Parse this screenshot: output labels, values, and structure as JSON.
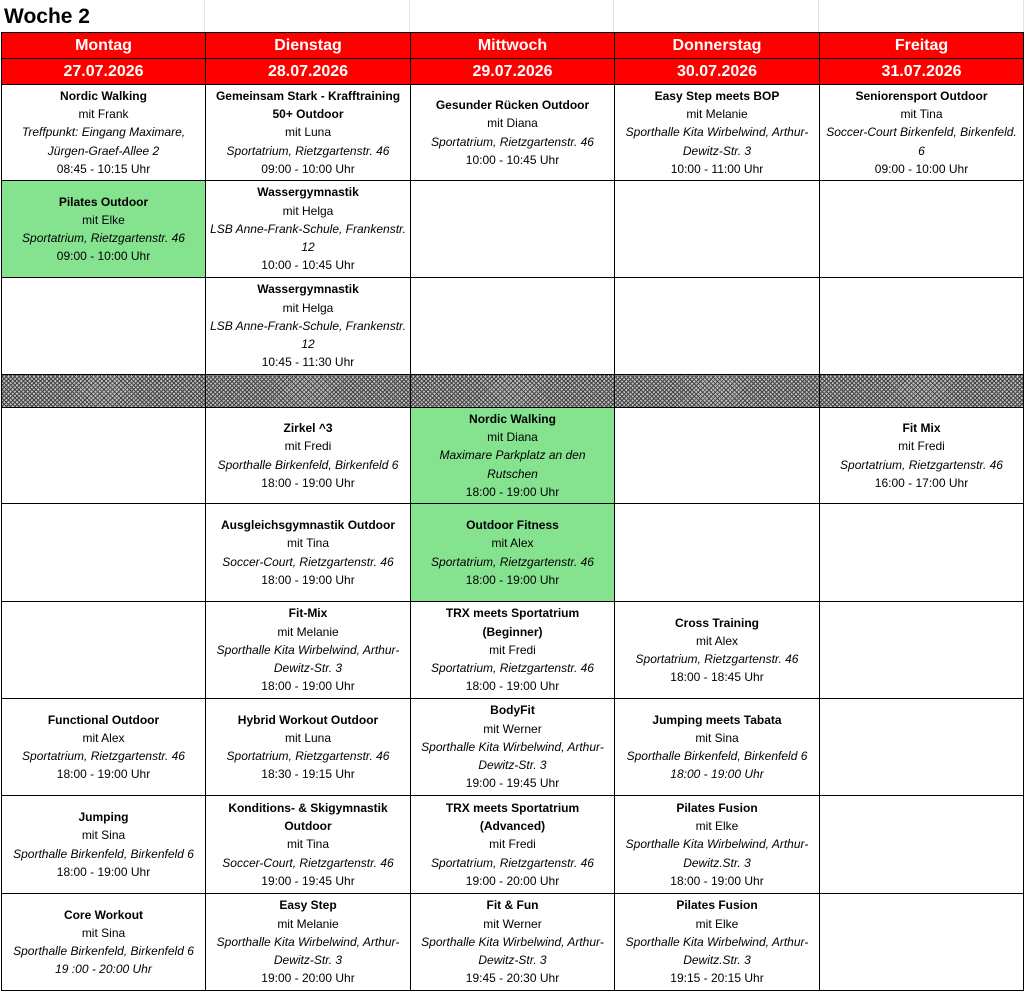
{
  "week_title": "Woche 2",
  "days": [
    "Montag",
    "Dienstag",
    "Mittwoch",
    "Donnerstag",
    "Freitag"
  ],
  "dates": [
    "27.07.2026",
    "28.07.2026",
    "29.07.2026",
    "30.07.2026",
    "31.07.2026"
  ],
  "colors": {
    "header_red": "#ff0000",
    "highlight_green": "#85e28e"
  },
  "rows": [
    [
      {
        "title": "Nordic Walking",
        "trainer": "mit Frank",
        "location": "Treffpunkt: Eingang Maximare, Jürgen-Graef-Allee 2",
        "time": "08:45 - 10:15 Uhr"
      },
      {
        "title": "Gemeinsam Stark - Krafftraining 50+ Outdoor",
        "trainer": "mit Luna",
        "location": "Sportatrium, Rietzgartenstr. 46",
        "time": "09:00 - 10:00 Uhr"
      },
      {
        "title": "Gesunder Rücken Outdoor",
        "trainer": "mit Diana",
        "location": "Sportatrium, Rietzgartenstr. 46",
        "time": "10:00 - 10:45 Uhr"
      },
      {
        "title": "Easy Step meets BOP",
        "trainer": "mit Melanie",
        "location": "Sporthalle Kita Wirbelwind, Arthur-Dewitz-Str. 3",
        "time": "10:00 - 11:00 Uhr"
      },
      {
        "title": "Seniorensport Outdoor",
        "trainer": "mit Tina",
        "location": "Soccer-Court Birkenfeld, Birkenfeld. 6",
        "time": "09:00 - 10:00 Uhr"
      }
    ],
    [
      {
        "title": "Pilates Outdoor",
        "trainer": "mit Elke",
        "location": "Sportatrium, Rietzgartenstr. 46",
        "time": "09:00 - 10:00 Uhr",
        "green": true
      },
      {
        "title": "Wassergymnastik",
        "trainer": "mit Helga",
        "location": "LSB Anne-Frank-Schule, Frankenstr. 12",
        "time": "10:00 - 10:45 Uhr"
      },
      null,
      null,
      null
    ],
    [
      null,
      {
        "title": "Wassergymnastik",
        "trainer": "mit Helga",
        "location": "LSB Anne-Frank-Schule, Frankenstr. 12",
        "time": "10:45 - 11:30 Uhr"
      },
      null,
      null,
      null
    ],
    "separator",
    [
      null,
      {
        "title": "Zirkel ^3",
        "trainer": "mit Fredi",
        "location": "Sporthalle Birkenfeld, Birkenfeld 6",
        "time": "18:00 - 19:00 Uhr"
      },
      {
        "title": "Nordic Walking",
        "trainer": "mit Diana",
        "location": "Maximare Parkplatz an den Rutschen",
        "time": "18:00 - 19:00 Uhr",
        "green": true
      },
      null,
      {
        "title": "Fit Mix",
        "trainer": "mit Fredi",
        "location": "Sportatrium, Rietzgartenstr. 46",
        "time": "16:00 - 17:00 Uhr"
      }
    ],
    [
      null,
      {
        "title": "Ausgleichsgymnastik Outdoor",
        "trainer": "mit Tina",
        "location": "Soccer-Court, Rietzgartenstr. 46",
        "time": "18:00 - 19:00 Uhr"
      },
      {
        "title": "Outdoor Fitness",
        "trainer": "mit Alex",
        "location": "Sportatrium, Rietzgartenstr. 46",
        "time": "18:00 - 19:00 Uhr",
        "green": true
      },
      null,
      null
    ],
    [
      null,
      {
        "title": "Fit-Mix",
        "trainer": "mit Melanie",
        "location": "Sporthalle Kita Wirbelwind, Arthur-Dewitz-Str. 3",
        "time": "18:00 - 19:00 Uhr"
      },
      {
        "title": "TRX meets Sportatrium (Beginner)",
        "trainer": "mit Fredi",
        "location": "Sportatrium, Rietzgartenstr. 46",
        "time": "18:00 - 19:00 Uhr"
      },
      {
        "title": "Cross Training",
        "trainer": "mit Alex",
        "location": "Sportatrium, Rietzgartenstr. 46",
        "time": "18:00 - 18:45 Uhr"
      },
      null
    ],
    [
      {
        "title": "Functional Outdoor",
        "trainer": "mit Alex",
        "location": "Sportatrium, Rietzgartenstr. 46",
        "time": "18:00 - 19:00 Uhr"
      },
      {
        "title": "Hybrid Workout Outdoor",
        "trainer": "mit Luna",
        "location": "Sportatrium, Rietzgartenstr. 46",
        "time": "18:30 - 19:15 Uhr"
      },
      {
        "title": "BodyFit",
        "trainer": "mit Werner",
        "location": "Sporthalle Kita Wirbelwind, Arthur-Dewitz-Str. 3",
        "time": "19:00 - 19:45 Uhr"
      },
      {
        "title": "Jumping meets Tabata",
        "trainer": "mit Sina",
        "location": "Sporthalle Birkenfeld, Birkenfeld 6",
        "time": "18:00 - 19:00 Uhr",
        "time_italic": true
      },
      null
    ],
    [
      {
        "title": "Jumping",
        "trainer": "mit Sina",
        "location": "Sporthalle Birkenfeld, Birkenfeld 6",
        "time": "18:00 - 19:00 Uhr"
      },
      {
        "title": "Konditions- & Skigymnastik Outdoor",
        "trainer": "mit Tina",
        "location": "Soccer-Court, Rietzgartenstr. 46",
        "time": "19:00 - 19:45 Uhr"
      },
      {
        "title": "TRX meets Sportatrium (Advanced)",
        "trainer": "mit Fredi",
        "location": "Sportatrium, Rietzgartenstr. 46",
        "time": "19:00 - 20:00 Uhr"
      },
      {
        "title": "Pilates Fusion",
        "trainer": "mit Elke",
        "location": "Sporthalle Kita Wirbelwind, Arthur-Dewitz.Str. 3",
        "time": "18:00 - 19:00 Uhr"
      },
      null
    ],
    [
      {
        "title": "Core Workout",
        "trainer": "mit Sina",
        "location": "Sporthalle Birkenfeld, Birkenfeld 6",
        "time": "19 :00 - 20:00 Uhr",
        "time_italic": true
      },
      {
        "title": "Easy Step",
        "trainer": "mit Melanie",
        "location": "Sporthalle Kita Wirbelwind, Arthur-Dewitz-Str. 3",
        "time": "19:00 - 20:00 Uhr"
      },
      {
        "title": "Fit & Fun",
        "trainer": "mit Werner",
        "location": "Sporthalle Kita Wirbelwind, Arthur-Dewitz-Str. 3",
        "time": "19:45 - 20:30 Uhr"
      },
      {
        "title": "Pilates Fusion",
        "trainer": "mit Elke",
        "location": "Sporthalle Kita Wirbelwind, Arthur-Dewitz.Str. 3",
        "time": "19:15 - 20:15 Uhr"
      },
      null
    ]
  ]
}
